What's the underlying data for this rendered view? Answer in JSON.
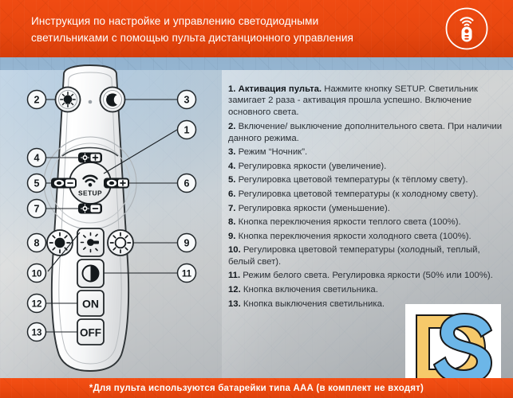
{
  "header": {
    "title": "Инструкция по настройке и управлению светодиодными\nсветильниками с помощью пульта дистанционного управления",
    "icon": "remote-control-signal-icon",
    "bg_color": "#ea470f",
    "text_color": "#ffffff"
  },
  "footer": {
    "note": "*Для пульта используются батарейки типа ААА (в комплект не входят)",
    "bg_color": "#ea480f"
  },
  "instructions": {
    "steps": [
      {
        "number": "1.",
        "lead": "Активация пульта.",
        "text": " Нажмите кнопку SETUP. Светильник замигает 2 раза - активация прошла успешно. Включение основного света."
      },
      {
        "number": "2.",
        "lead": "",
        "text": " Включение/ выключение дополнительного света. При наличии данного режима."
      },
      {
        "number": "3.",
        "lead": "",
        "text": " Режим “Ночник”."
      },
      {
        "number": "4.",
        "lead": "",
        "text": " Регулировка яркости (увеличение)."
      },
      {
        "number": "5.",
        "lead": "",
        "text": " Регулировка цветовой температуры (к тёплому свету)."
      },
      {
        "number": "6.",
        "lead": "",
        "text": " Регулировка цветовой температуры (к холодному свету)."
      },
      {
        "number": "7.",
        "lead": "",
        "text": " Регулировка яркости (уменьшение)."
      },
      {
        "number": "8.",
        "lead": "",
        "text": " Кнопка переключения яркости теплого света (100%)."
      },
      {
        "number": "9.",
        "lead": "",
        "text": " Кнопка переключения яркости холодного света (100%)."
      },
      {
        "number": "10.",
        "lead": "",
        "text": " Регулировка цветовой температуры (холодный, теплый, белый свет)."
      },
      {
        "number": "11.",
        "lead": "",
        "text": " Режим белого света. Регулировка яркости (50% или 100%)."
      },
      {
        "number": "12.",
        "lead": "",
        "text": " Кнопка включения светильника."
      },
      {
        "number": "13.",
        "lead": "",
        "text": " Кнопка выключения светильника."
      }
    ]
  },
  "remote": {
    "setup_label": "SETUP",
    "on_label": "ON",
    "off_label": "OFF",
    "buttons": [
      {
        "id": "2",
        "name": "main-light-button",
        "icon": "sun-icon"
      },
      {
        "id": "3",
        "name": "night-mode-button",
        "icon": "moon-star-icon"
      },
      {
        "id": "1",
        "name": "setup-button",
        "icon": "signal-icon"
      },
      {
        "id": "4",
        "name": "brightness-up-button",
        "icon": "brightness-plus-icon"
      },
      {
        "id": "5",
        "name": "warm-temperature-button",
        "icon": "temperature-minus-icon"
      },
      {
        "id": "6",
        "name": "cool-temperature-button",
        "icon": "temperature-plus-icon"
      },
      {
        "id": "7",
        "name": "brightness-down-button",
        "icon": "brightness-minus-icon"
      },
      {
        "id": "8",
        "name": "warm-100-button",
        "icon": "filled-sun-icon"
      },
      {
        "id": "9",
        "name": "cool-100-button",
        "icon": "hollow-sun-icon"
      },
      {
        "id": "10",
        "name": "color-temperature-button",
        "icon": "sun-rays-icon"
      },
      {
        "id": "11",
        "name": "white-mode-button",
        "icon": "half-circle-icon"
      },
      {
        "id": "12",
        "name": "power-on-button",
        "icon": "on-text-icon"
      },
      {
        "id": "13",
        "name": "power-off-button",
        "icon": "off-text-icon"
      }
    ],
    "callouts_left": [
      "2",
      "4",
      "5",
      "7",
      "8",
      "10",
      "12",
      "13"
    ],
    "callouts_right": [
      "3",
      "1",
      "6",
      "9",
      "11"
    ]
  },
  "logo": {
    "letters": "DS",
    "d_color": "#f6c96a",
    "s_color": "#6cb6e8",
    "bg_color": "#ffffff"
  }
}
